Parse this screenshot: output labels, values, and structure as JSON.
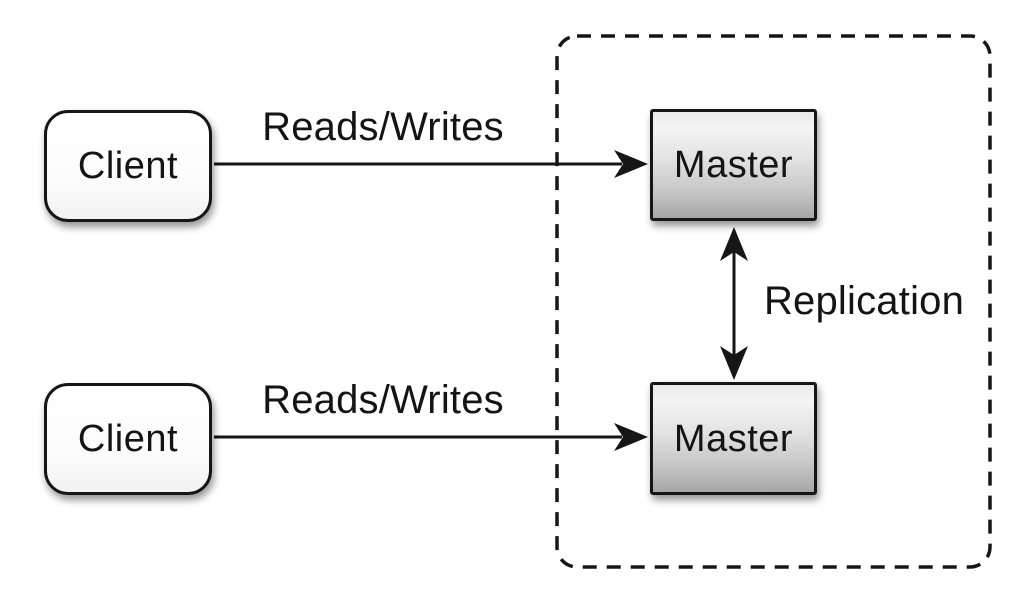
{
  "nodes": {
    "client_top": {
      "label": "Client"
    },
    "client_bottom": {
      "label": "Client"
    },
    "master_top": {
      "label": "Master"
    },
    "master_bottom": {
      "label": "Master"
    }
  },
  "edges": {
    "reads_writes_top": {
      "label": "Reads/Writes"
    },
    "reads_writes_bottom": {
      "label": "Reads/Writes"
    },
    "replication": {
      "label": "Replication"
    }
  },
  "colors": {
    "background": "#ffffff",
    "stroke": "#161616",
    "text": "#141414",
    "client_fill": "#ffffff",
    "master_gradient_top": "#f2f2f2",
    "master_gradient_bottom": "#a6a6a6"
  }
}
